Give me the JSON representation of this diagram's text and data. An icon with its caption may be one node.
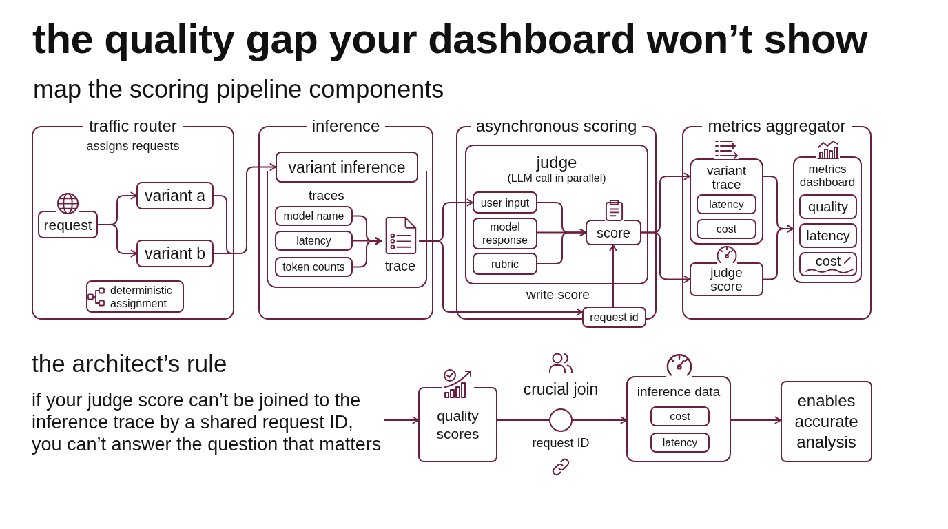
{
  "diagram": {
    "title": "the quality gap your dashboard won’t show",
    "nodes": [
      {
        "text": [
          "traffic router",
          "assigns requests"
        ]
      },
      {
        "text": [
          "request"
        ],
        "in": 0
      },
      {
        "text": [
          "variant a"
        ],
        "in": 0
      },
      {
        "text": [
          "variant b"
        ],
        "in": 0
      },
      {
        "text": [
          "deterministic assignment"
        ],
        "in": 0
      },
      {
        "text": [
          "inference"
        ]
      },
      {
        "text": [
          "traces"
        ],
        "in": 5
      },
      {
        "text": [
          "variant inference"
        ],
        "in": 6
      },
      {
        "text": [
          "model name"
        ],
        "in": 6
      },
      {
        "text": [
          "latency"
        ],
        "in": 6
      },
      {
        "text": [
          "token counts"
        ],
        "in": 6
      },
      {
        "text": [
          "trace"
        ],
        "in": 6
      },
      {
        "text": [
          "asynchronous scoring"
        ]
      },
      {
        "text": [
          "judge",
          "(LLM call in parallel)"
        ],
        "in": 12
      },
      {
        "text": [
          "user input"
        ],
        "in": 13
      },
      {
        "text": [
          "model response"
        ],
        "in": 13
      },
      {
        "text": [
          "rubric"
        ],
        "in": 13
      },
      {
        "text": [
          "score"
        ],
        "in": 13
      },
      {
        "text": [
          "request id"
        ]
      },
      {
        "text": [
          "metrics aggregator"
        ]
      },
      {
        "text": [
          "variant trace"
        ],
        "in": 19
      },
      {
        "text": [
          "latency"
        ],
        "in": 20
      },
      {
        "text": [
          "cost"
        ],
        "in": 20
      },
      {
        "text": [
          "judge score"
        ],
        "in": 19
      },
      {
        "text": [
          "metrics dashboard"
        ],
        "in": 19
      },
      {
        "text": [
          "quality"
        ],
        "in": 24
      },
      {
        "text": [
          "latency"
        ],
        "in": 24
      },
      {
        "text": [
          "cost"
        ],
        "in": 24
      },
      {
        "text": [
          "the architect’s rule",
          "if your judge score can’t be joined to the inference trace by a shared request ID, you can’t answer the question that matters"
        ]
      },
      {
        "text": [
          "quality scores"
        ]
      },
      {
        "text": [],
        "shape": "circle",
        "beside": [
          "crucial join",
          "request ID"
        ]
      },
      {
        "text": [
          "inference data"
        ]
      },
      {
        "text": [
          "cost"
        ],
        "in": 31
      },
      {
        "text": [
          "latency"
        ],
        "in": 31
      },
      {
        "text": [
          "enables accurate analysis"
        ]
      }
    ],
    "edges": [
      {
        "from": 1,
        "to": 2,
        "arrow": "to"
      },
      {
        "from": 1,
        "to": 3,
        "arrow": "to"
      },
      {
        "from": 2,
        "to": 7,
        "arrow": "to"
      },
      {
        "from": 3,
        "to": 7,
        "arrow": "to"
      },
      {
        "from": 8,
        "to": 11,
        "arrow": "to"
      },
      {
        "from": 9,
        "to": 11,
        "arrow": "to"
      },
      {
        "from": 10,
        "to": 11,
        "arrow": "to"
      },
      {
        "from": 11,
        "to": 14,
        "arrow": "to"
      },
      {
        "from": 11,
        "to": 18,
        "arrow": "to",
        "label": "write score"
      },
      {
        "from": 14,
        "to": 17,
        "arrow": "to"
      },
      {
        "from": 15,
        "to": 17,
        "arrow": "to"
      },
      {
        "from": 16,
        "to": 17,
        "arrow": "to"
      },
      {
        "from": 18,
        "to": 17,
        "arrow": "to"
      },
      {
        "from": 17,
        "to": 20,
        "arrow": "to"
      },
      {
        "from": 17,
        "to": 23,
        "arrow": "to"
      },
      {
        "from": 20,
        "to": 24,
        "arrow": "to"
      },
      {
        "from": 23,
        "to": 24,
        "arrow": "to"
      },
      {
        "from": 28,
        "to": 29,
        "arrow": "to"
      },
      {
        "from": 29,
        "to": 30,
        "arrow": "none"
      },
      {
        "from": 30,
        "to": 31,
        "arrow": "to"
      },
      {
        "from": 31,
        "to": 34,
        "arrow": "to"
      }
    ],
    "labels": [
      "map the scoring pipeline components"
    ]
  }
}
